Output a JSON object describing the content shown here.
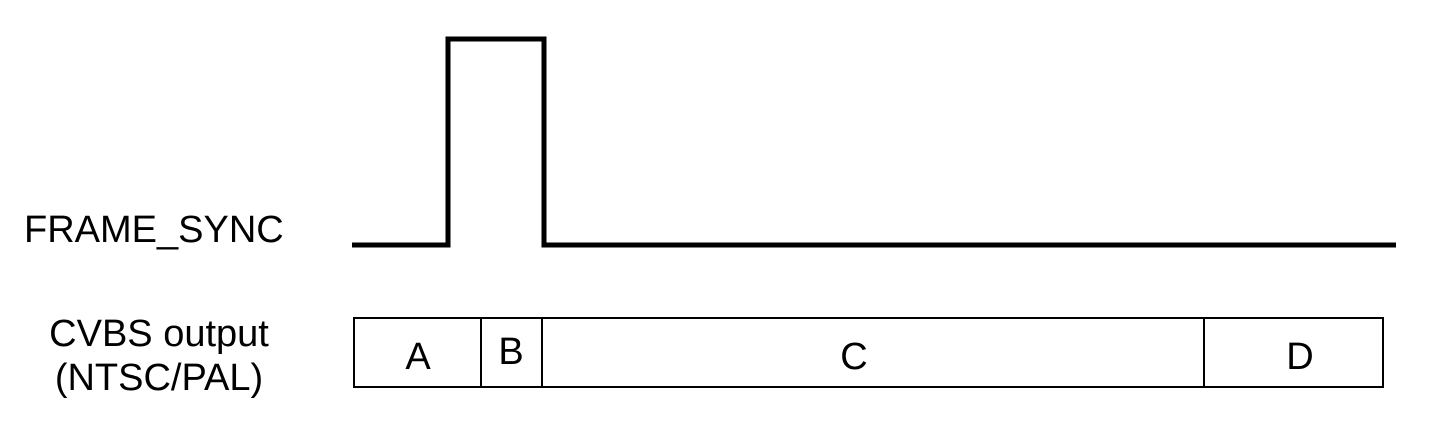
{
  "signals": {
    "frame_sync_label": "FRAME_SYNC",
    "cvbs_label_line1": "CVBS output",
    "cvbs_label_line2": "(NTSC/PAL)"
  },
  "segments": {
    "a": "A",
    "b": "B",
    "c": "C",
    "d": "D"
  },
  "colors": {
    "line": "#000000",
    "background": "#ffffff"
  }
}
